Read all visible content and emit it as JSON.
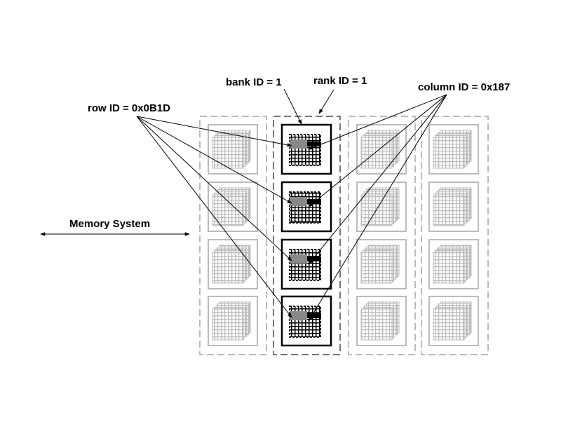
{
  "labels": {
    "bank_id": "bank ID = 1",
    "rank_id": "rank ID = 1",
    "column_id": "column ID = 0x187",
    "row_id": "row ID = 0x0B1D",
    "memory_system": "Memory System"
  },
  "colors": {
    "ink": "#000000",
    "rank_border": "#bbbbbb",
    "highlight_rank_border": "#777777",
    "grid": "#bbbbbb",
    "row_highlight": "#888888",
    "column_highlight": "#000000"
  },
  "memory": {
    "ranks": 4,
    "banks_per_rank": 4,
    "highlighted_rank": 1,
    "highlighted_bank": 1
  }
}
